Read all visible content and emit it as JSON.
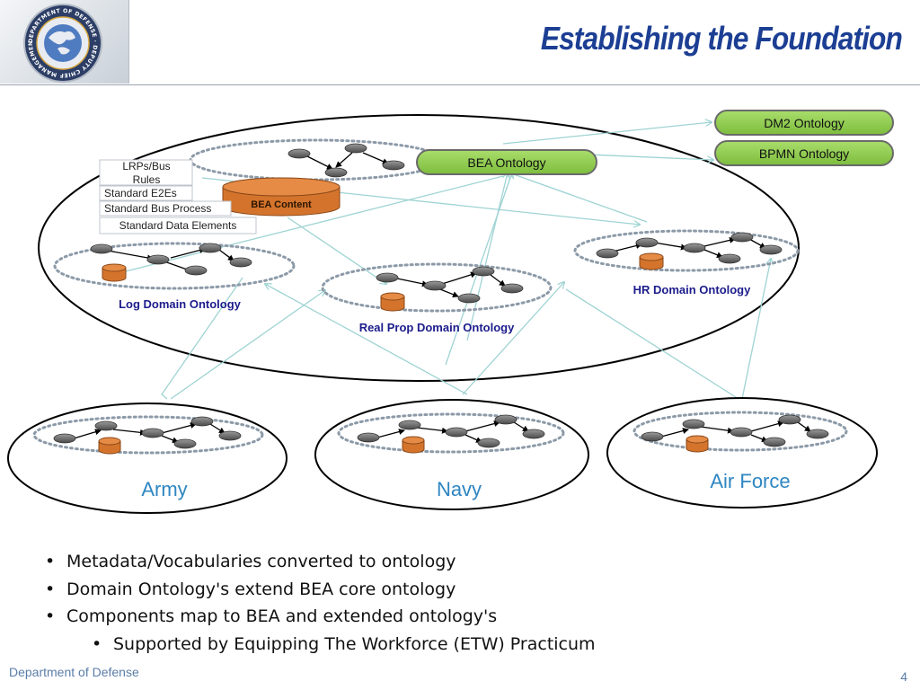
{
  "header": {
    "title": "Establishing the Foundation",
    "logo_text": "DEPARTMENT OF DEFENSE · DEPUTY CHIEF MANAGEMENT OFFICER"
  },
  "diagram": {
    "external_nodes": {
      "dm2": "DM2 Ontology",
      "bpmn": "BPMN Ontology",
      "bea": "BEA Ontology"
    },
    "bea_content": "BEA Content",
    "content_labels": {
      "lrps_line1": "LRPs/Bus",
      "lrps_line2": "Rules",
      "e2es": "Standard E2Es",
      "bus_process": "Standard Bus Process",
      "data_elements": "Standard Data Elements"
    },
    "domains": {
      "log": "Log Domain Ontology",
      "real_prop": "Real Prop Domain Ontology",
      "hr": "HR Domain Ontology"
    },
    "components": {
      "army": "Army",
      "navy": "Navy",
      "air_force": "Air Force"
    }
  },
  "bullets": {
    "b1": "Metadata/Vocabularies converted to ontology",
    "b2": "Domain Ontology's extend BEA  core ontology",
    "b3": "Components map to BEA and extended ontology's",
    "b4": "Supported by Equipping The Workforce (ETW) Practicum"
  },
  "footer": {
    "org": "Department of Defense",
    "page": "4"
  },
  "colors": {
    "title": "#1c3f94",
    "ontology_fill": "#92d050",
    "ontology_border": "#6a6a6a",
    "database": "#d4742c",
    "connector": "#9fd3d3",
    "domain_label": "#1c1c8c",
    "component_label": "#2e86c1"
  }
}
